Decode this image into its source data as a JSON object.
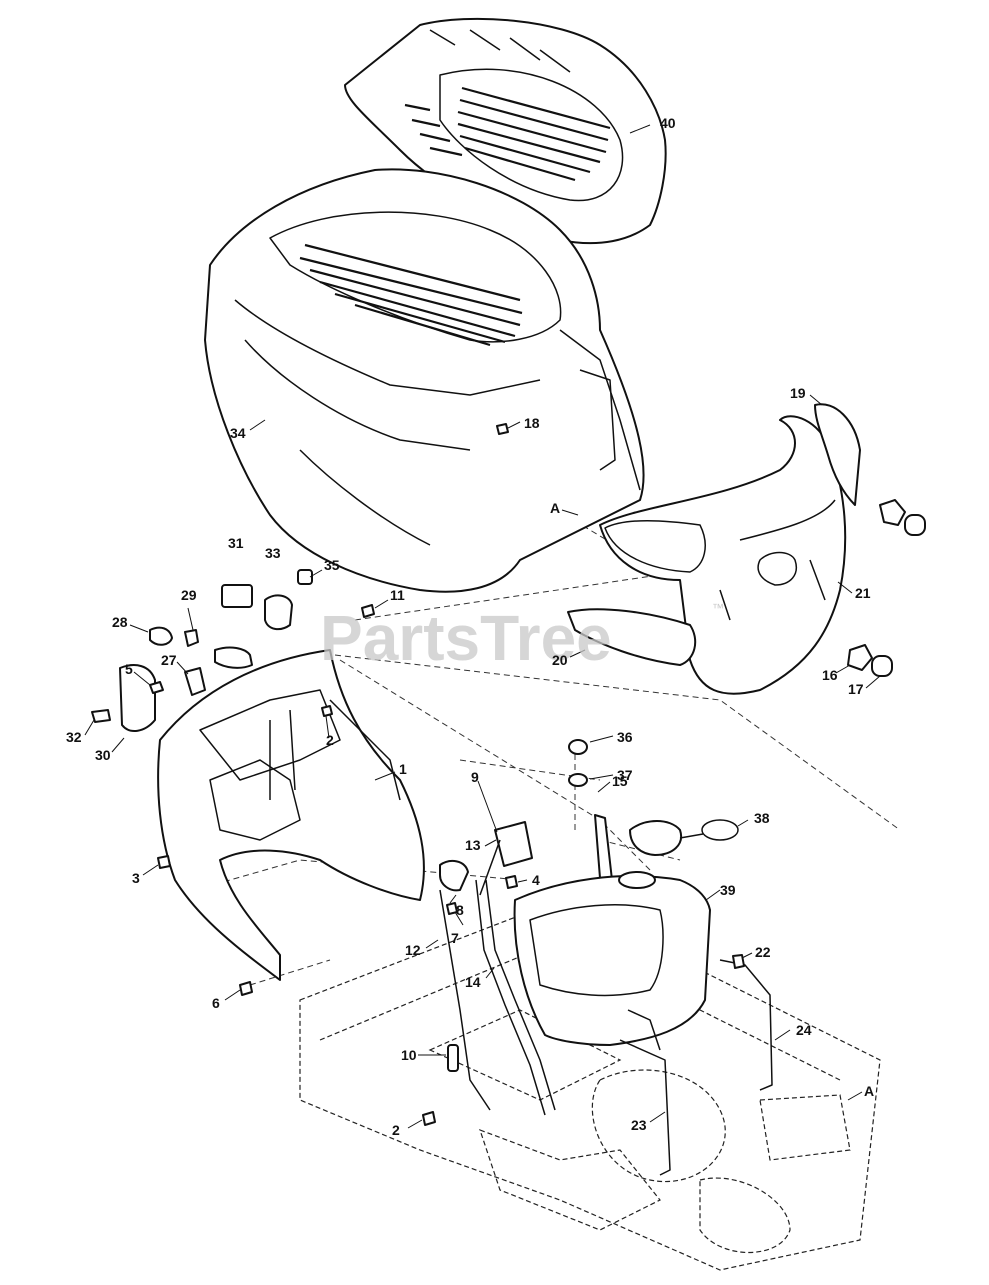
{
  "diagram": {
    "watermark": "PartsTree",
    "watermark_tm": "™",
    "callouts": {
      "p1": "1",
      "p2a": "2",
      "p2b": "2",
      "p3": "3",
      "p4": "4",
      "p5": "5",
      "p6": "6",
      "p7": "7",
      "p8": "8",
      "p9": "9",
      "p10": "10",
      "p11": "11",
      "p12": "12",
      "p13": "13",
      "p14": "14",
      "p15": "15",
      "p16": "16",
      "p17": "17",
      "p18": "18",
      "p19": "19",
      "p20": "20",
      "p21": "21",
      "p22": "22",
      "p23": "23",
      "p24": "24",
      "p27": "27",
      "p28": "28",
      "p29": "29",
      "p30": "30",
      "p31": "31",
      "p32": "32",
      "p33": "33",
      "p34": "34",
      "p35": "35",
      "p36": "36",
      "p37": "37",
      "p38": "38",
      "p39": "39",
      "p40": "40",
      "refA1": "A",
      "refA2": "A"
    }
  }
}
